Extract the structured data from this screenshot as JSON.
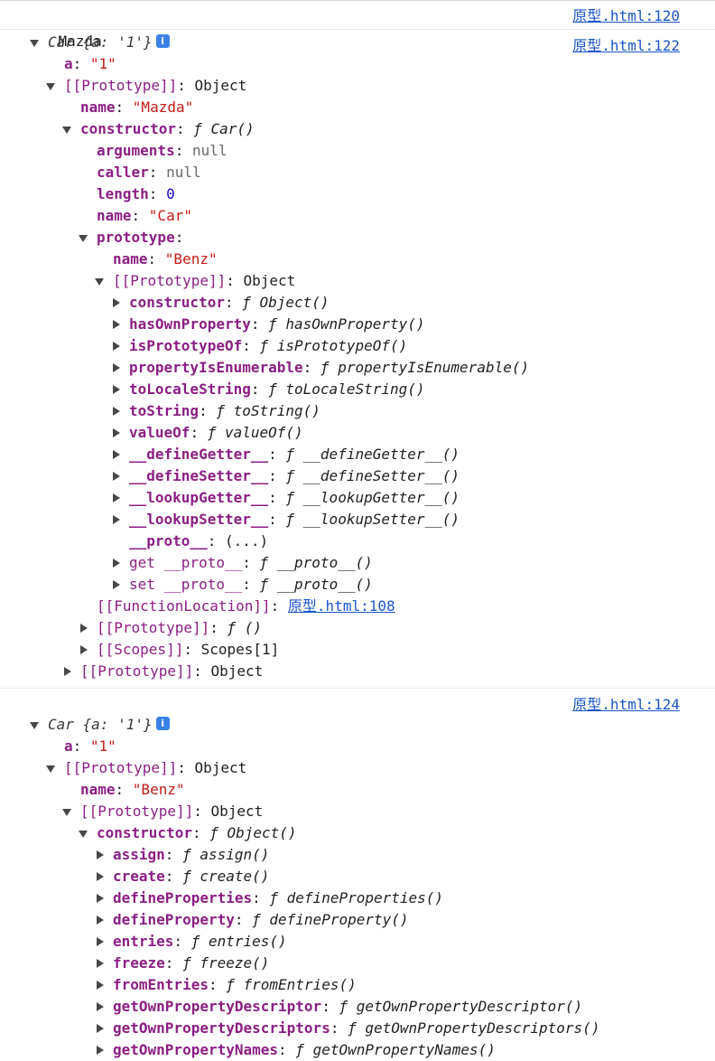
{
  "messages": [
    {
      "text": "Mazda",
      "source": "原型.html:120"
    }
  ],
  "log2": {
    "source": "原型.html:122",
    "rows": [
      {
        "ind": 0,
        "tw": "down",
        "seg": [
          [
            "it",
            "Car {a: '1'}"
          ],
          [
            "info",
            "i"
          ]
        ]
      },
      {
        "ind": 1,
        "tw": "",
        "seg": [
          [
            "k",
            "a"
          ],
          [
            "p",
            ": "
          ],
          [
            "str",
            "\"1\""
          ]
        ]
      },
      {
        "ind": 1,
        "tw": "down",
        "seg": [
          [
            "kn",
            "[[Prototype]]"
          ],
          [
            "p",
            ": Object"
          ]
        ]
      },
      {
        "ind": 2,
        "tw": "",
        "seg": [
          [
            "k",
            "name"
          ],
          [
            "p",
            ": "
          ],
          [
            "str",
            "\"Mazda\""
          ]
        ]
      },
      {
        "ind": 2,
        "tw": "down",
        "seg": [
          [
            "k",
            "constructor"
          ],
          [
            "p",
            ": "
          ],
          [
            "fn",
            "ƒ Car()"
          ]
        ]
      },
      {
        "ind": 3,
        "tw": "",
        "seg": [
          [
            "k",
            "arguments"
          ],
          [
            "p",
            ": "
          ],
          [
            "nul",
            "null"
          ]
        ]
      },
      {
        "ind": 3,
        "tw": "",
        "seg": [
          [
            "k",
            "caller"
          ],
          [
            "p",
            ": "
          ],
          [
            "nul",
            "null"
          ]
        ]
      },
      {
        "ind": 3,
        "tw": "",
        "seg": [
          [
            "k",
            "length"
          ],
          [
            "p",
            ": "
          ],
          [
            "num",
            "0"
          ]
        ]
      },
      {
        "ind": 3,
        "tw": "",
        "seg": [
          [
            "k",
            "name"
          ],
          [
            "p",
            ": "
          ],
          [
            "str",
            "\"Car\""
          ]
        ]
      },
      {
        "ind": 3,
        "tw": "down",
        "seg": [
          [
            "k",
            "prototype"
          ],
          [
            "p",
            ":"
          ]
        ]
      },
      {
        "ind": 4,
        "tw": "",
        "seg": [
          [
            "k",
            "name"
          ],
          [
            "p",
            ": "
          ],
          [
            "str",
            "\"Benz\""
          ]
        ]
      },
      {
        "ind": 4,
        "tw": "down",
        "seg": [
          [
            "kn",
            "[[Prototype]]"
          ],
          [
            "p",
            ": Object"
          ]
        ]
      },
      {
        "ind": 5,
        "tw": "right",
        "seg": [
          [
            "k",
            "constructor"
          ],
          [
            "p",
            ": "
          ],
          [
            "fn",
            "ƒ Object()"
          ]
        ]
      },
      {
        "ind": 5,
        "tw": "right",
        "seg": [
          [
            "k",
            "hasOwnProperty"
          ],
          [
            "p",
            ": "
          ],
          [
            "fn",
            "ƒ hasOwnProperty()"
          ]
        ]
      },
      {
        "ind": 5,
        "tw": "right",
        "seg": [
          [
            "k",
            "isPrototypeOf"
          ],
          [
            "p",
            ": "
          ],
          [
            "fn",
            "ƒ isPrototypeOf()"
          ]
        ]
      },
      {
        "ind": 5,
        "tw": "right",
        "seg": [
          [
            "k",
            "propertyIsEnumerable"
          ],
          [
            "p",
            ": "
          ],
          [
            "fn",
            "ƒ propertyIsEnumerable()"
          ]
        ]
      },
      {
        "ind": 5,
        "tw": "right",
        "seg": [
          [
            "k",
            "toLocaleString"
          ],
          [
            "p",
            ": "
          ],
          [
            "fn",
            "ƒ toLocaleString()"
          ]
        ]
      },
      {
        "ind": 5,
        "tw": "right",
        "seg": [
          [
            "k",
            "toString"
          ],
          [
            "p",
            ": "
          ],
          [
            "fn",
            "ƒ toString()"
          ]
        ]
      },
      {
        "ind": 5,
        "tw": "right",
        "seg": [
          [
            "k",
            "valueOf"
          ],
          [
            "p",
            ": "
          ],
          [
            "fn",
            "ƒ valueOf()"
          ]
        ]
      },
      {
        "ind": 5,
        "tw": "right",
        "seg": [
          [
            "k",
            "__defineGetter__"
          ],
          [
            "p",
            ": "
          ],
          [
            "fn",
            "ƒ __defineGetter__()"
          ]
        ]
      },
      {
        "ind": 5,
        "tw": "right",
        "seg": [
          [
            "k",
            "__defineSetter__"
          ],
          [
            "p",
            ": "
          ],
          [
            "fn",
            "ƒ __defineSetter__()"
          ]
        ]
      },
      {
        "ind": 5,
        "tw": "right",
        "seg": [
          [
            "k",
            "__lookupGetter__"
          ],
          [
            "p",
            ": "
          ],
          [
            "fn",
            "ƒ __lookupGetter__()"
          ]
        ]
      },
      {
        "ind": 5,
        "tw": "right",
        "seg": [
          [
            "k",
            "__lookupSetter__"
          ],
          [
            "p",
            ": "
          ],
          [
            "fn",
            "ƒ __lookupSetter__()"
          ]
        ]
      },
      {
        "ind": 5,
        "tw": "",
        "seg": [
          [
            "k",
            "__proto__"
          ],
          [
            "p",
            ": (...)"
          ]
        ]
      },
      {
        "ind": 5,
        "tw": "right",
        "seg": [
          [
            "kn",
            "get __proto__"
          ],
          [
            "p",
            ": "
          ],
          [
            "fn",
            "ƒ __proto__()"
          ]
        ]
      },
      {
        "ind": 5,
        "tw": "right",
        "seg": [
          [
            "kn",
            "set __proto__"
          ],
          [
            "p",
            ": "
          ],
          [
            "fn",
            "ƒ __proto__()"
          ]
        ]
      },
      {
        "ind": 3,
        "tw": "",
        "seg": [
          [
            "kn",
            "[[FunctionLocation]]"
          ],
          [
            "p",
            ": "
          ],
          [
            "link",
            "原型.html:108"
          ]
        ]
      },
      {
        "ind": 3,
        "tw": "right",
        "seg": [
          [
            "kn",
            "[[Prototype]]"
          ],
          [
            "p",
            ": "
          ],
          [
            "fn",
            "ƒ ()"
          ]
        ]
      },
      {
        "ind": 3,
        "tw": "right",
        "seg": [
          [
            "kn",
            "[[Scopes]]"
          ],
          [
            "p",
            ": Scopes[1]"
          ]
        ]
      },
      {
        "ind": 2,
        "tw": "right",
        "seg": [
          [
            "kn",
            "[[Prototype]]"
          ],
          [
            "p",
            ": Object"
          ]
        ]
      }
    ]
  },
  "log3": {
    "source": "原型.html:124",
    "rows": [
      {
        "ind": 0,
        "tw": "down",
        "seg": [
          [
            "it",
            "Car {a: '1'}"
          ],
          [
            "info",
            "i"
          ]
        ]
      },
      {
        "ind": 1,
        "tw": "",
        "seg": [
          [
            "k",
            "a"
          ],
          [
            "p",
            ": "
          ],
          [
            "str",
            "\"1\""
          ]
        ]
      },
      {
        "ind": 1,
        "tw": "down",
        "seg": [
          [
            "kn",
            "[[Prototype]]"
          ],
          [
            "p",
            ": Object"
          ]
        ]
      },
      {
        "ind": 2,
        "tw": "",
        "seg": [
          [
            "k",
            "name"
          ],
          [
            "p",
            ": "
          ],
          [
            "str",
            "\"Benz\""
          ]
        ]
      },
      {
        "ind": 2,
        "tw": "down",
        "seg": [
          [
            "kn",
            "[[Prototype]]"
          ],
          [
            "p",
            ": Object"
          ]
        ]
      },
      {
        "ind": 3,
        "tw": "down",
        "seg": [
          [
            "k",
            "constructor"
          ],
          [
            "p",
            ": "
          ],
          [
            "fn",
            "ƒ Object()"
          ]
        ]
      },
      {
        "ind": 4,
        "tw": "right",
        "seg": [
          [
            "k",
            "assign"
          ],
          [
            "p",
            ": "
          ],
          [
            "fn",
            "ƒ assign()"
          ]
        ]
      },
      {
        "ind": 4,
        "tw": "right",
        "seg": [
          [
            "k",
            "create"
          ],
          [
            "p",
            ": "
          ],
          [
            "fn",
            "ƒ create()"
          ]
        ]
      },
      {
        "ind": 4,
        "tw": "right",
        "seg": [
          [
            "k",
            "defineProperties"
          ],
          [
            "p",
            ": "
          ],
          [
            "fn",
            "ƒ defineProperties()"
          ]
        ]
      },
      {
        "ind": 4,
        "tw": "right",
        "seg": [
          [
            "k",
            "defineProperty"
          ],
          [
            "p",
            ": "
          ],
          [
            "fn",
            "ƒ defineProperty()"
          ]
        ]
      },
      {
        "ind": 4,
        "tw": "right",
        "seg": [
          [
            "k",
            "entries"
          ],
          [
            "p",
            ": "
          ],
          [
            "fn",
            "ƒ entries()"
          ]
        ]
      },
      {
        "ind": 4,
        "tw": "right",
        "seg": [
          [
            "k",
            "freeze"
          ],
          [
            "p",
            ": "
          ],
          [
            "fn",
            "ƒ freeze()"
          ]
        ]
      },
      {
        "ind": 4,
        "tw": "right",
        "seg": [
          [
            "k",
            "fromEntries"
          ],
          [
            "p",
            ": "
          ],
          [
            "fn",
            "ƒ fromEntries()"
          ]
        ]
      },
      {
        "ind": 4,
        "tw": "right",
        "seg": [
          [
            "k",
            "getOwnPropertyDescriptor"
          ],
          [
            "p",
            ": "
          ],
          [
            "fn",
            "ƒ getOwnPropertyDescriptor()"
          ]
        ]
      },
      {
        "ind": 4,
        "tw": "right",
        "seg": [
          [
            "k",
            "getOwnPropertyDescriptors"
          ],
          [
            "p",
            ": "
          ],
          [
            "fn",
            "ƒ getOwnPropertyDescriptors()"
          ]
        ]
      },
      {
        "ind": 4,
        "tw": "right",
        "seg": [
          [
            "k",
            "getOwnPropertyNames"
          ],
          [
            "p",
            ": "
          ],
          [
            "fn",
            "ƒ getOwnPropertyNames()"
          ]
        ]
      }
    ]
  }
}
